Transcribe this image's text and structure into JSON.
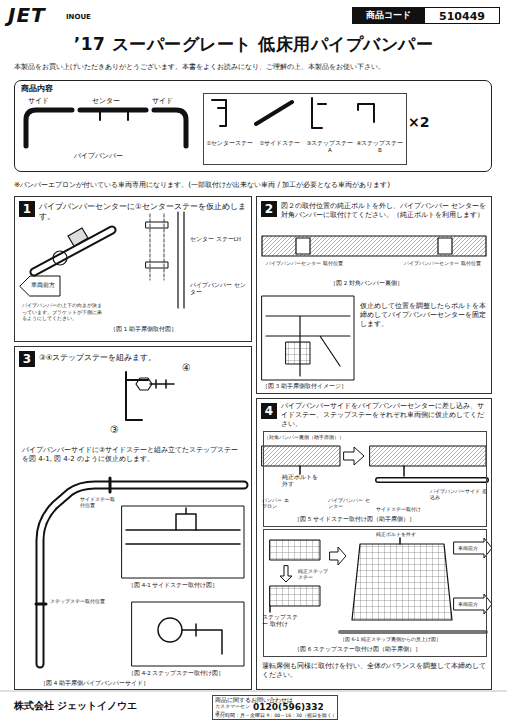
{
  "diagram": {
    "title": "’17 スーパーグレート 低床用パイプバンパー",
    "nodes": [
      {
        "text": [
          "商品コード",
          "510449"
        ]
      },
      {
        "text": [
          "商品内容"
        ]
      },
      {
        "text": [
          "①センターステー",
          "②サイドステー",
          "③ステップステー A",
          "④ステップステー B"
        ],
        "in": 1
      },
      {
        "text": [
          "1",
          "パイプバンパーセンターに①センターステーを仮止めします。"
        ]
      },
      {
        "text": [
          "2",
          "図２の取付位置の純正ボルトを外し、パイプバンパー センターを対角バンパーに取付けてください。（純正ボルトを利用します）"
        ]
      },
      {
        "text": [
          "3",
          "③④ステップステーを組みます。"
        ]
      },
      {
        "text": [
          "4",
          "パイプバンパーサイドをパイプバンパーセンターに差し込み、サイドステー、ステップステーをそれぞれ車両側に仮止めしてください。"
        ]
      },
      {
        "text": [
          "［図 5 サイドステー取付け図（助手席側）］"
        ],
        "in": 6
      },
      {
        "text": [
          "［図 6 ステップステー取付け図（助手席側）］"
        ],
        "in": 6
      },
      {
        "text": [
          "商品に関するお問い合わせは",
          "カスタマーセンター",
          "0120(596)332",
          "受付時間：月～金曜日 9：00～16：30（祝日を除く）"
        ]
      }
    ],
    "labels": [
      "JET",
      "INOUE",
      "本製品をお買い上げいただきありがとうございます。本書をよくお読みになり、ご理解の上、本製品をお使い下さい。",
      "サイド",
      "センター",
      "サイド",
      "パイプバンパー",
      "×2",
      "※バンパーエプロンが付いている車両専用になります。(一部取付けが出来ない車両 / 加工が必要となる車両があります)",
      "センター ステーLH",
      "パイプバンパー センター",
      "車両前方",
      "パイプバンパーの上下の向きが決まっています。ブラケットが下側に来るようにしてください。",
      "［図 1 助手席側取付図］",
      "パイプバンパーセンター 取付位置",
      "パイプバンパーセンター 取付位置",
      "［図 2 対角バンパー裏側］",
      "仮止めして位置を調整したらボルトを本締めしてパイプバンパーセンターを固定します。",
      "［図 3 助手席側取付イメージ］",
      "④",
      "③",
      "パイプバンパーサイドに②サイドステーと組み立てたステップステーを図 4-1, 図 4-2 のように仮止めします。",
      "サイドステー取付位置",
      "ステップステー取付位置",
      "［図 4-1 サイドステー取付け図］",
      "［図 4-2 ステップステー取付け図］",
      "［図 4 助手席側パイプバンパーサイド］",
      "（対角バンパー裏側（助手席側））",
      "純正ボルトを 外す",
      "バンパー エプロン",
      "パイプバンパー センター",
      "サイドステー取付け",
      "パイプバンパーサイド 差込み",
      "純正ボルトを外す",
      "車両前方",
      "純正ステップステー",
      "ステップステー 取付け",
      "車両前方",
      "［図 6-1 純正ステップ裏側からの見上げ図］",
      "運転席側も同様に取付けを行い、全体のバランスを調整して本締めしてください。",
      "株式会社 ジェットイノウエ"
    ]
  }
}
